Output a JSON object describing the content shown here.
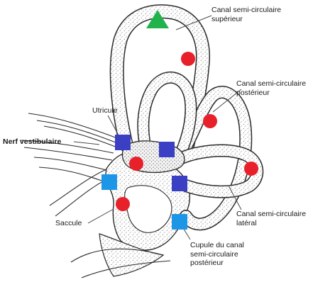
{
  "labels": {
    "superior": [
      "Canal semi-circulaire",
      "supérieur"
    ],
    "posterior": [
      "Canal semi-circulaire",
      "postérieur"
    ],
    "utricle": "Utricule",
    "vestibular_nerve": "Nerf vestibulaire",
    "lateral": [
      "Canal semi-circulaire",
      "latéral"
    ],
    "saccule": "Saccule",
    "cupula": [
      "Cupule du canal",
      "semi-circulaire",
      "postérieur"
    ]
  },
  "colors": {
    "triangle": "#22b24c",
    "circle": "#e8202a",
    "square_blue": "#3a3fc4",
    "square_cyan": "#1e96e8",
    "outline": "#2b2b2b",
    "leader": "#4a4a4a"
  }
}
